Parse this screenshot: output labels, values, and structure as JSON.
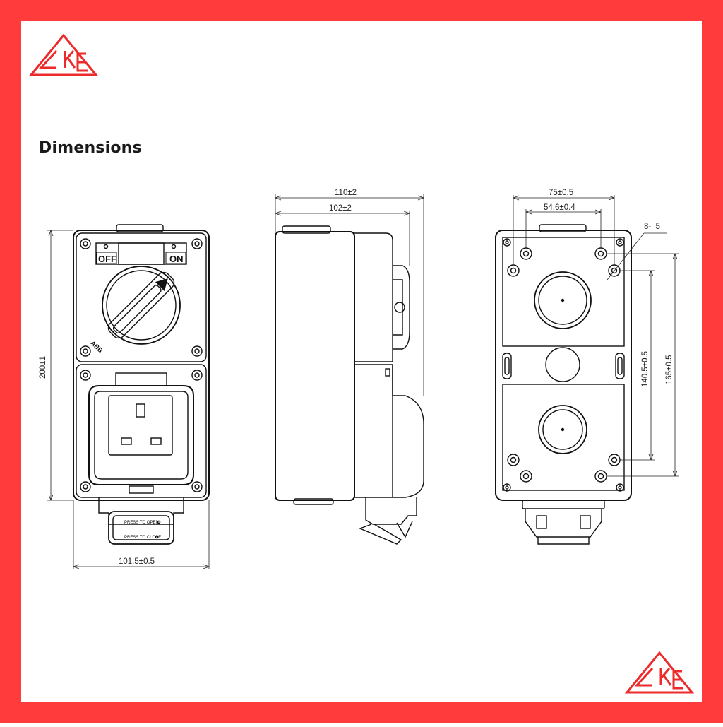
{
  "page": {
    "title": "Dimensions"
  },
  "brand": {
    "logo_text": "CKE",
    "accent": "#ff3b3b"
  },
  "front_view": {
    "off_label": "OFF",
    "on_label": "ON",
    "side_logo": "ABB",
    "flap_label": "",
    "cover_label_top": "PRESS TO OPEN",
    "cover_label_bottom": "PRESS TO CLOSE",
    "dim_height": "200±1",
    "dim_width": "101.5±0.5"
  },
  "side_view": {
    "dim_total_depth": "110±2",
    "dim_body_depth": "102±2"
  },
  "rear_view": {
    "dim_outer_hole_spacing": "75±0.5",
    "dim_inner_hole_spacing": "54.6±0.4",
    "dim_hole_spec": "8-  5",
    "dim_inner_vertical": "140.5±0.5",
    "dim_outer_vertical": "165±0.5"
  }
}
